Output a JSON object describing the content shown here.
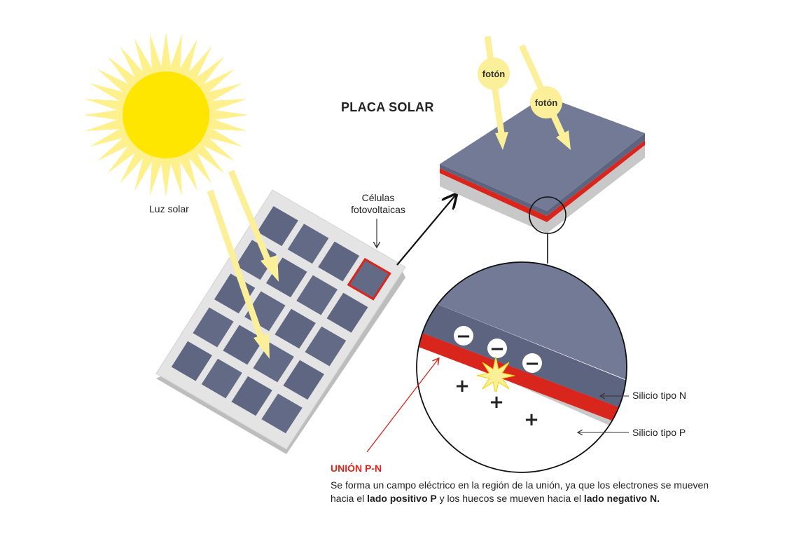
{
  "labels": {
    "sun": "Luz solar",
    "cells": "Células fotovoltaicas",
    "title": "PLACA SOLAR",
    "photon_1": "fotón",
    "photon_2": "fotón",
    "n_type": "Silicio tipo N",
    "p_type": "Silicio tipo P",
    "junction_title": "UNIÓN P-N",
    "description_1": "Se forma un campo eléctrico en la región de la unión, ya que los electrones se mueven hacia el ",
    "positive_side": "lado positivo P",
    "description_2": " y los huecos se mueven hacia el ",
    "negative_side": "lado negativo N."
  },
  "signs": {
    "electron": "−",
    "hole": "+"
  },
  "colors": {
    "sun": "#ffe600",
    "sun_rays": "#fdf08d",
    "ray": "#fbef9a",
    "panel_cell": "#5f6682",
    "panel_frame": "#e2e2e2",
    "n_layer": "#727a96",
    "junction": "#d8261c",
    "p_layer": "#c9c9c9"
  }
}
